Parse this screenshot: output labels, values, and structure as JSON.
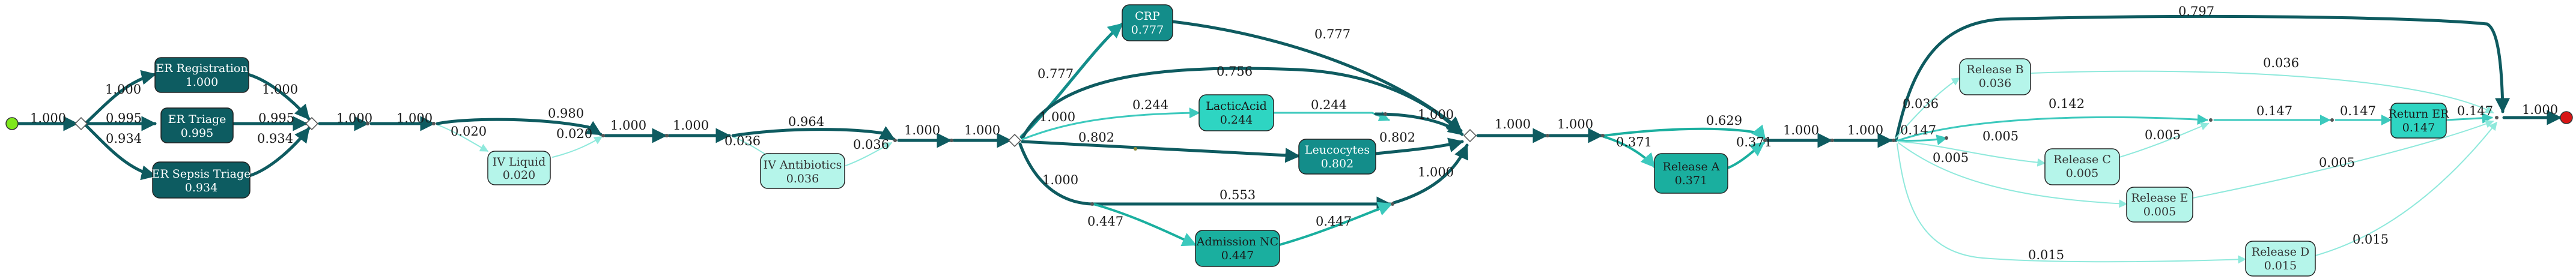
{
  "colors": {
    "node_dark": "#0d5c61",
    "node_mid": "#138d8a",
    "node_teal": "#1aaf9f",
    "node_light": "#2ed5c2",
    "node_pale": "#b5f5ea",
    "edge_dark": "#0e5b60",
    "edge_mid": "#1a9e99",
    "edge_light": "#3cc9bd",
    "edge_pale": "#8fe9dc",
    "start": "#7ee81c",
    "end": "#d81515"
  },
  "nodes": {
    "er_registration": {
      "name": "ER Registration",
      "value": "1.000"
    },
    "er_triage": {
      "name": "ER Triage",
      "value": "0.995"
    },
    "er_sepsis_triage": {
      "name": "ER Sepsis Triage",
      "value": "0.934"
    },
    "iv_liquid": {
      "name": "IV Liquid",
      "value": "0.020"
    },
    "iv_antibiotics": {
      "name": "IV Antibiotics",
      "value": "0.036"
    },
    "crp": {
      "name": "CRP",
      "value": "0.777"
    },
    "lactic_acid": {
      "name": "LacticAcid",
      "value": "0.244"
    },
    "leucocytes": {
      "name": "Leucocytes",
      "value": "0.802"
    },
    "admission_nc": {
      "name": "Admission NC",
      "value": "0.447"
    },
    "release_a": {
      "name": "Release A",
      "value": "0.371"
    },
    "release_b": {
      "name": "Release B",
      "value": "0.036"
    },
    "release_c": {
      "name": "Release C",
      "value": "0.005"
    },
    "release_d": {
      "name": "Release D",
      "value": "0.015"
    },
    "release_e": {
      "name": "Release E",
      "value": "0.005"
    },
    "return_er": {
      "name": "Return ER",
      "value": "0.147"
    }
  },
  "edges": {
    "e_start": "1.000",
    "e_reg_in": "1.000",
    "e_triage_in": "0.995",
    "e_sepsis_in": "0.934",
    "e_reg_out": "1.000",
    "e_triage_out": "0.995",
    "e_sepsis_out": "0.934",
    "e_g2_out": "1.000",
    "e_seq1": "1.000",
    "e_ivl_out": "0.020",
    "e_main_980": "0.980",
    "e_ivl_in": "0.020",
    "e_seq2": "1.000",
    "e_seq3": "1.000",
    "e_iva_out": "0.036",
    "e_main_964": "0.964",
    "e_iva_in": "0.036",
    "e_seq4": "1.000",
    "e_seq5": "1.000",
    "e_crp_in": "0.777",
    "e_crp_out": "0.777",
    "e_756": "0.756",
    "e_lactic_in": "0.244",
    "e_lactic_out": "0.244",
    "e_1000_a": "1.000",
    "e_802_in": "0.802",
    "e_802_out": "0.802",
    "e_1000_b": "1.000",
    "e_553": "0.553",
    "e_adm_in": "0.447",
    "e_adm_out": "0.447",
    "e_1000_c": "1.000",
    "e_seq6": "1.000",
    "e_seq7": "1.000",
    "e_629": "0.629",
    "e_rela_in": "0.371",
    "e_rela_out": "0.371",
    "e_seq8": "1.000",
    "e_seq9": "1.000",
    "e_797": "0.797",
    "e_relb_in": "0.036",
    "e_relb_out": "0.036",
    "e_147": "0.147",
    "e_142": "0.142",
    "e_005_a": "0.005",
    "e_005_b": "0.005",
    "e_005_c": "0.005",
    "e_147_b": "0.147",
    "e_147_c": "0.147",
    "e_147_d": "0.147",
    "e_005_d": "0.005",
    "e_015_in": "0.015",
    "e_015_out": "0.015",
    "e_end": "1.000"
  }
}
